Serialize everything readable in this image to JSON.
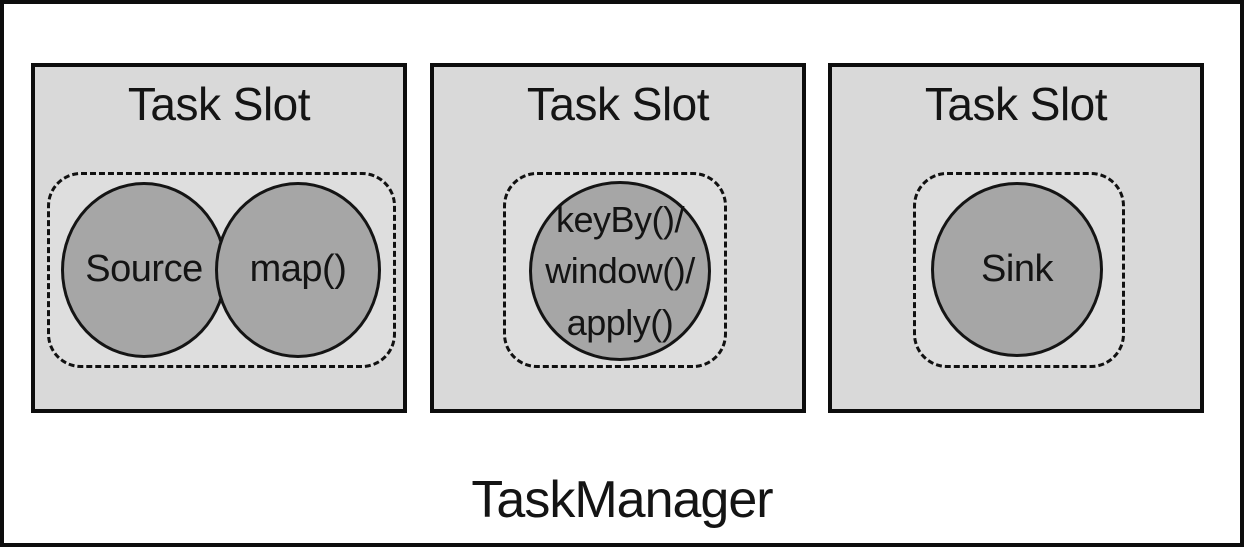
{
  "diagram": {
    "caption": "TaskManager",
    "slots": [
      {
        "title": "Task Slot",
        "tasks": [
          {
            "label": "Source"
          },
          {
            "label": "map()"
          }
        ]
      },
      {
        "title": "Task Slot",
        "tasks": [
          {
            "label": "keyBy()/\nwindow()/\napply()"
          }
        ]
      },
      {
        "title": "Task Slot",
        "tasks": [
          {
            "label": "Sink"
          }
        ]
      }
    ],
    "colors": {
      "background": "#ffffff",
      "outline": "#0d0d0d",
      "slot_fill": "#d9d9d9",
      "group_fill": "#dedede",
      "task_fill": "#a6a6a6"
    }
  }
}
